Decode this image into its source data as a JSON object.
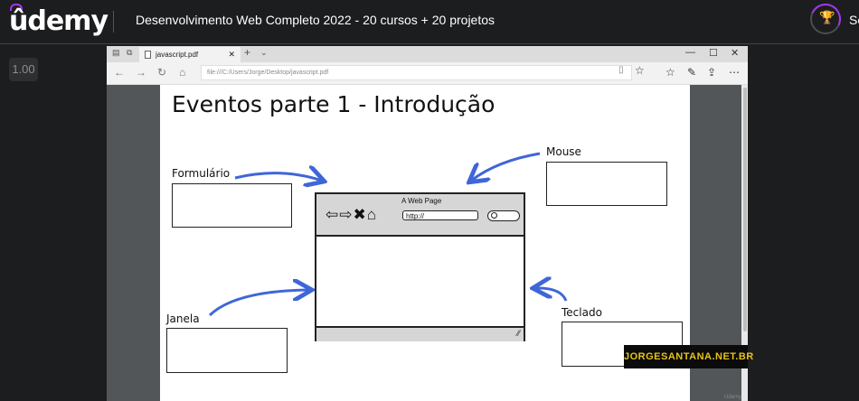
{
  "app": {
    "logo": "ûdemy",
    "course_title": "Desenvolvimento Web Completo 2022 - 20 cursos + 20 projetos",
    "user_initials": "Se",
    "playback_speed": "1.00",
    "progress_trophy": "trophy-icon"
  },
  "browser": {
    "tab_title": "javascript.pdf",
    "new_tab": "+",
    "tab_dropdown": "⌄",
    "win_min": "—",
    "win_max": "☐",
    "win_close": "✕",
    "url": "file:///C:/Users/Jorge/Desktop/javascript.pdf"
  },
  "slide": {
    "title": "Eventos parte 1 - Introdução",
    "labels": {
      "formulario": "Formulário",
      "mouse": "Mouse",
      "janela": "Janela",
      "teclado": "Teclado"
    },
    "mock_browser": {
      "title": "A Web Page",
      "nav_glyphs": "⇦⇨✖⌂",
      "url": "http://"
    }
  },
  "watermark": "JORGESANTANA.NET.BR",
  "corner_mark": "Udemy",
  "colors": {
    "arrow": "#3f66d8",
    "accent": "#a435f0",
    "watermark_text": "#e8c21a"
  }
}
